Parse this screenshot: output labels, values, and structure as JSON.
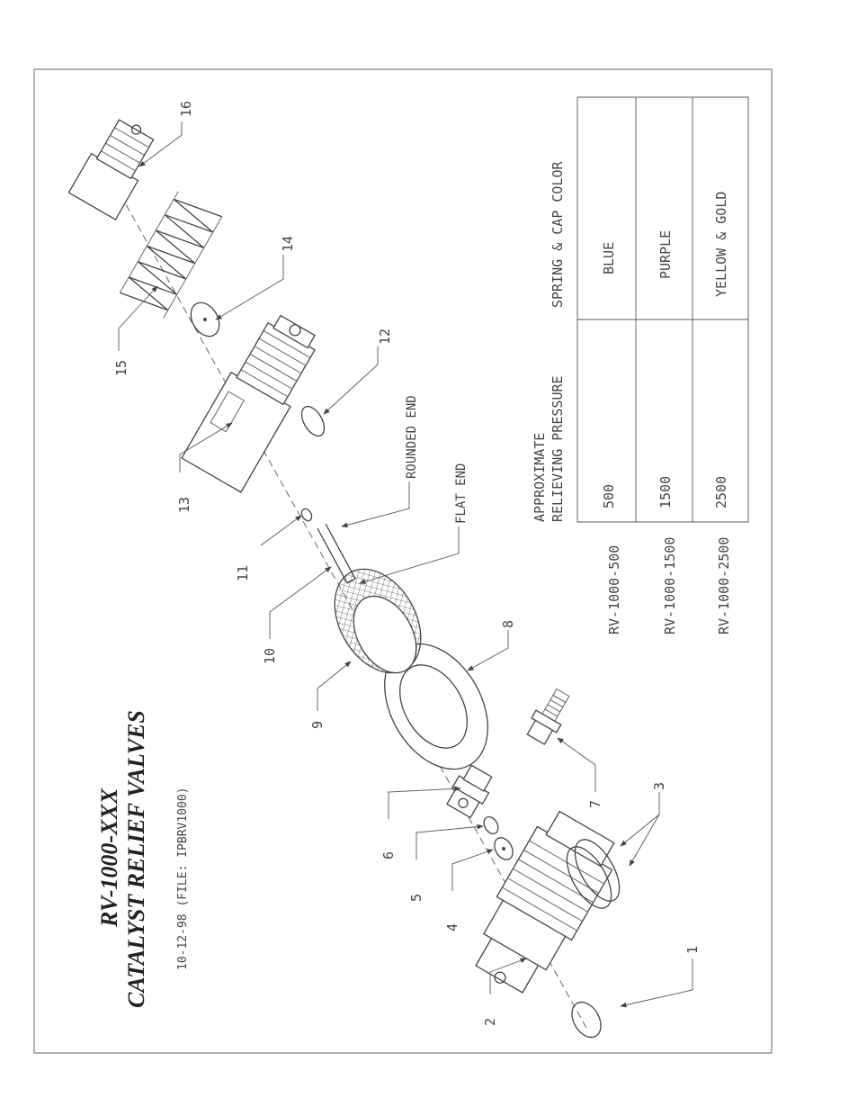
{
  "title": {
    "model": "RV-1000-XXX",
    "name": "CATALYST RELIEF VALVES",
    "subline": "10-12-98  (FILE: IPBRV1000)"
  },
  "callouts": {
    "c1": "1",
    "c2": "2",
    "c3": "3",
    "c4": "4",
    "c5": "5",
    "c6": "6",
    "c7": "7",
    "c8": "8",
    "c9": "9",
    "c10": "10",
    "c11": "11",
    "c12": "12",
    "c13": "13",
    "c14": "14",
    "c15": "15",
    "c16": "16"
  },
  "notes": {
    "rounded_end": "ROUNDED END",
    "flat_end": "FLAT END"
  },
  "table": {
    "header_pressure_1": "APPROXIMATE",
    "header_pressure_2": "RELIEVING PRESSURE",
    "header_color": "SPRING & CAP COLOR",
    "rows": [
      {
        "model": "RV-1000-500",
        "pressure": "500",
        "color": "BLUE"
      },
      {
        "model": "RV-1000-1500",
        "pressure": "1500",
        "color": "PURPLE"
      },
      {
        "model": "RV-1000-2500",
        "pressure": "2500",
        "color": "YELLOW & GOLD"
      }
    ]
  }
}
